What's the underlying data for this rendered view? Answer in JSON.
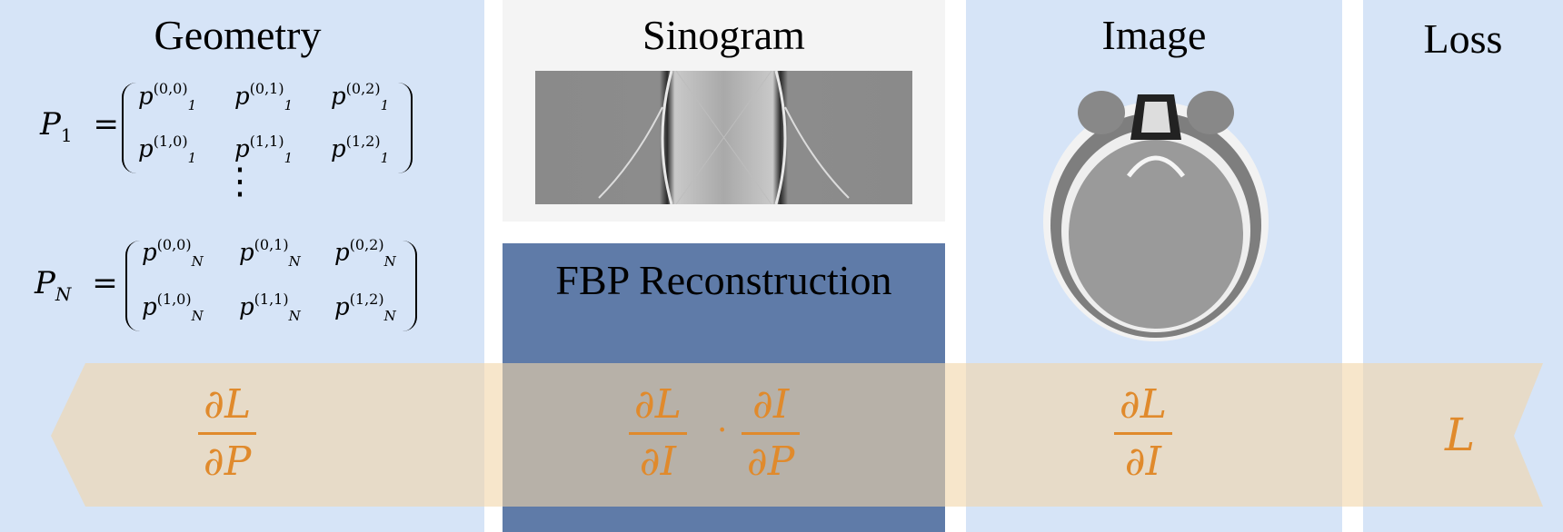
{
  "columns": {
    "geometry": {
      "title": "Geometry"
    },
    "sinogram": {
      "title": "Sinogram"
    },
    "fbp": {
      "title": "FBP Reconstruction"
    },
    "image": {
      "title": "Image"
    },
    "loss": {
      "title": "Loss"
    }
  },
  "matrices": {
    "first": {
      "lhs": "P",
      "lhs_sub": "1",
      "entry_sub": "1",
      "row1": [
        "(0,0)",
        "(0,1)",
        "(0,2)"
      ],
      "row2": [
        "(1,0)",
        "(1,1)",
        "(1,2)"
      ]
    },
    "last": {
      "lhs": "P",
      "lhs_sub": "N",
      "entry_sub": "N",
      "row1": [
        "(0,0)",
        "(0,1)",
        "(0,2)"
      ],
      "row2": [
        "(1,0)",
        "(1,1)",
        "(1,2)"
      ]
    },
    "entry_symbol": "p",
    "dots": "⋮",
    "equals": "="
  },
  "gradients": {
    "geometry": {
      "num": "∂L",
      "den": "∂P"
    },
    "fbp": {
      "num1": "∂L",
      "den1": "∂I",
      "dot": "·",
      "num2": "∂I",
      "den2": "∂P"
    },
    "image": {
      "num": "∂L",
      "den": "∂I"
    },
    "loss": {
      "label": "L"
    }
  },
  "colors": {
    "light_blue": "#d6e4f7",
    "dark_blue": "#5f7ba8",
    "light_gray": "#f4f4f4",
    "arrow": "#f2d5a8",
    "gradient_text": "#e08a2c"
  }
}
